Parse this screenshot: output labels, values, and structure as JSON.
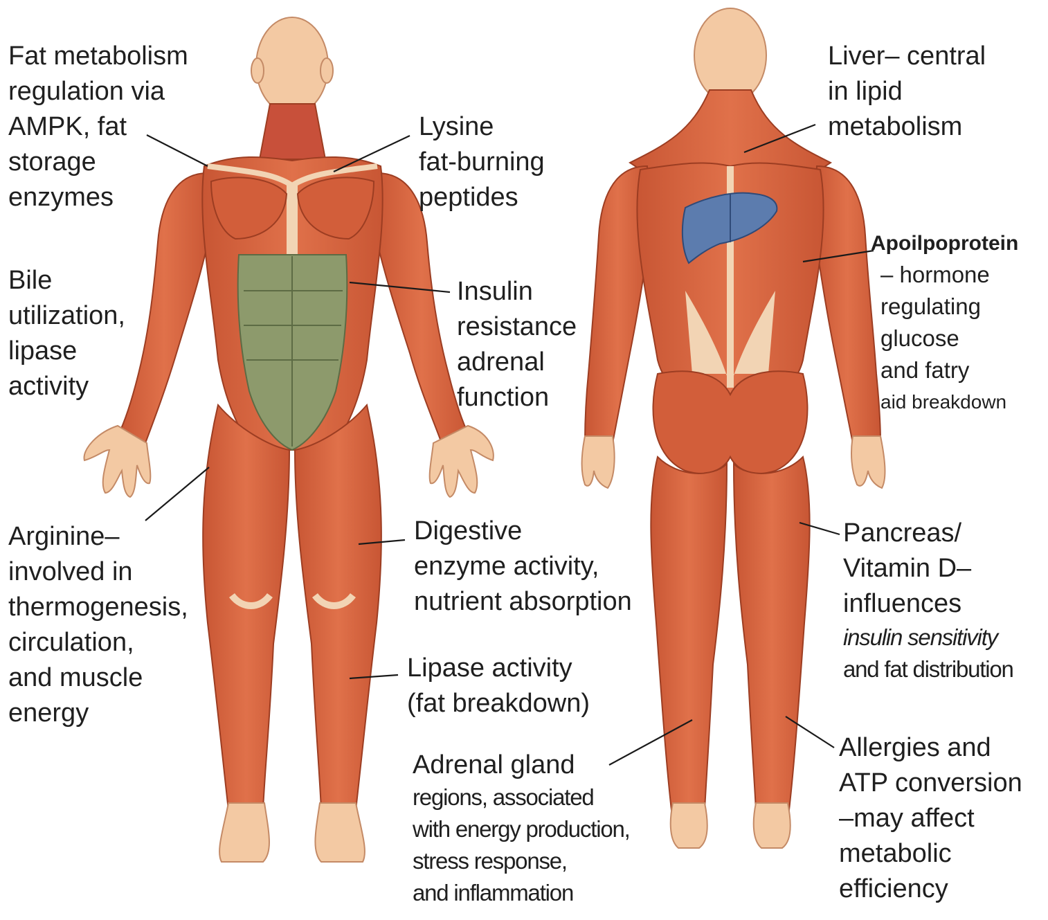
{
  "labels": {
    "fat_metabolism": [
      "Fat metabolism",
      "regulation via",
      "AMPK, fat",
      "storage",
      "enzymes"
    ],
    "bile": [
      "Bile",
      "utilization,",
      "lipase",
      "activity"
    ],
    "arginine": [
      "Arginine–",
      "involved in",
      "thermogenesis,",
      "circulation,",
      "and muscle",
      "energy"
    ],
    "lysine": [
      "Lysine",
      "fat-burning",
      "peptides"
    ],
    "insulin": [
      "Insulin",
      "resistance",
      "adrenal",
      "function"
    ],
    "digestive": [
      "Digestive",
      "enzyme activity,",
      "nutrient absorption"
    ],
    "lipase": [
      "Lipase activity",
      "(fat breakdown)"
    ],
    "adrenal": {
      "title": "Adrenal gland",
      "lines": [
        "regions, associated",
        "with energy production,",
        "stress response,",
        "and inflammation"
      ]
    },
    "liver": [
      "Liver– central",
      "in lipid",
      "metabolism"
    ],
    "apolipoprotein": {
      "title": "Apoilpoprotein",
      "lines": [
        "– hormone",
        "regulating",
        "glucose",
        "and fatry",
        "aid breakdown"
      ]
    },
    "pancreas": {
      "lines": [
        "Pancreas/",
        "Vitamin D–",
        "influences"
      ],
      "italic": "insulin sensitivity",
      "last": "and fat distribution"
    },
    "allergies": {
      "lines": [
        "Allergies and",
        "ATP conversion",
        "–may affect",
        "metabolic",
        "efficiency"
      ]
    }
  },
  "colors": {
    "muscle": "#d9683f",
    "muscle_dark": "#b9492a",
    "skin": "#f3c9a3",
    "tendon": "#f2d4b4",
    "abdomen": "#8d9a6c",
    "liver": "#5c7cae",
    "line": "#1a1a1a"
  }
}
